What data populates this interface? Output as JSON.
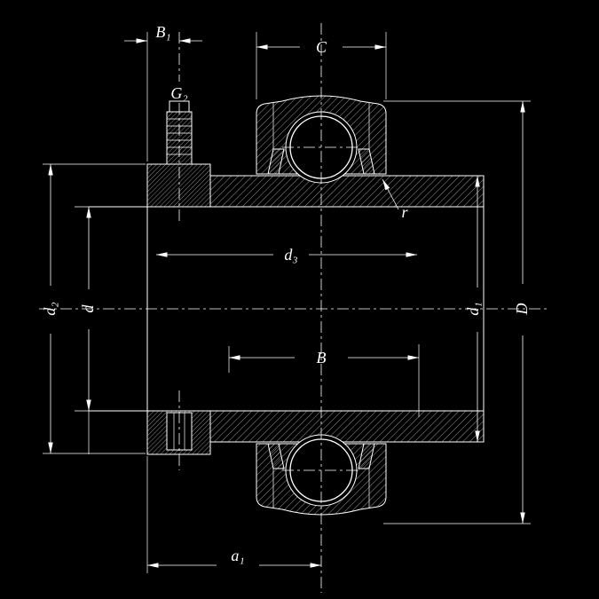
{
  "colors": {
    "background": "#000000",
    "line": "#ffffff"
  },
  "labels": {
    "b1": "B₁",
    "g2": "G₂",
    "c": "C",
    "r": "r",
    "d3": "d₃",
    "d2": "d₂",
    "d": "d",
    "d1": "d₁",
    "big_b": "B",
    "big_d": "D",
    "a1": "a₁"
  }
}
